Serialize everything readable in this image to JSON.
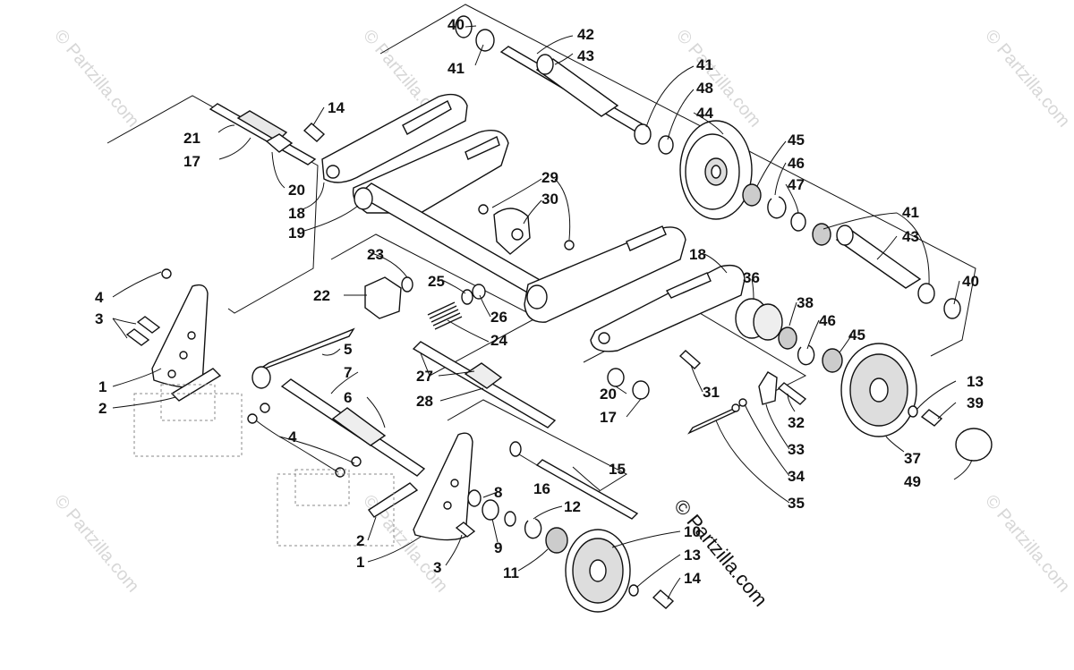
{
  "diagram": {
    "callouts": {
      "c1a": "1",
      "c1b": "1",
      "c2a": "2",
      "c2b": "2",
      "c3a": "3",
      "c3b": "3",
      "c4a": "4",
      "c4b": "4",
      "c5": "5",
      "c6": "6",
      "c7": "7",
      "c8": "8",
      "c9": "9",
      "c10": "10",
      "c11": "11",
      "c12": "12",
      "c13a": "13",
      "c13b": "13",
      "c14a": "14",
      "c14b": "14",
      "c15": "15",
      "c16": "16",
      "c17a": "17",
      "c17b": "17",
      "c18a": "18",
      "c18b": "18",
      "c19": "19",
      "c20a": "20",
      "c20b": "20",
      "c21": "21",
      "c22": "22",
      "c23": "23",
      "c24": "24",
      "c25": "25",
      "c26": "26",
      "c27": "27",
      "c28": "28",
      "c29": "29",
      "c30": "30",
      "c31": "31",
      "c32": "32",
      "c33": "33",
      "c34": "34",
      "c35": "35",
      "c36": "36",
      "c37": "37",
      "c38": "38",
      "c39": "39",
      "c40a": "40",
      "c40b": "40",
      "c41a": "41",
      "c41b": "41",
      "c41c": "41",
      "c42": "42",
      "c43a": "43",
      "c43b": "43",
      "c44": "44",
      "c45a": "45",
      "c45b": "45",
      "c46a": "46",
      "c46b": "46",
      "c47": "47",
      "c48": "48",
      "c49": "49"
    },
    "watermark": "© Partzilla.com",
    "copyright": "© Partzilla.com"
  }
}
